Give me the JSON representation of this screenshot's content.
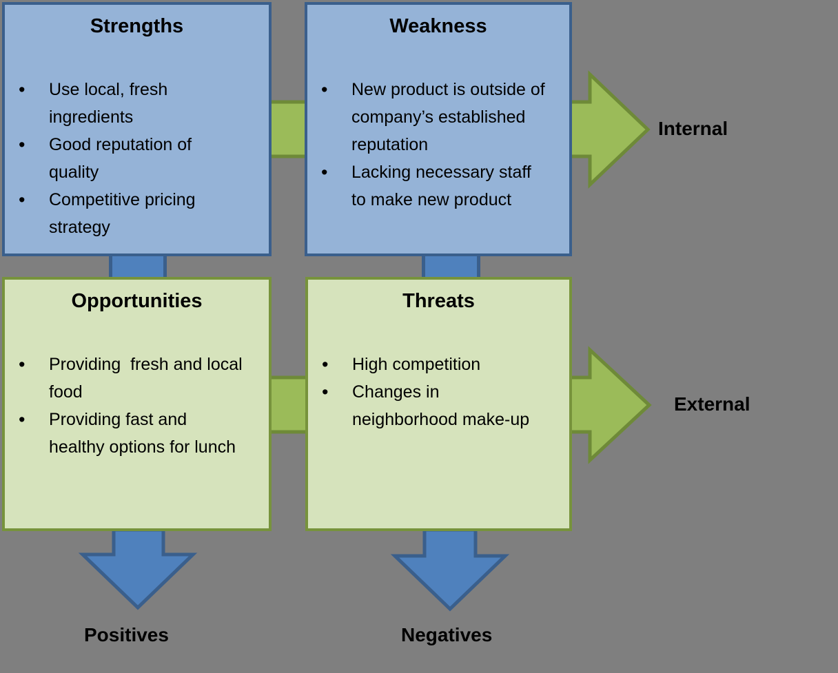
{
  "diagram": {
    "type": "SWOT analysis quadrant diagram",
    "background_color": "#7F7F7F"
  },
  "palette": {
    "blue_box_fill": "#95B3D7",
    "blue_box_border": "#3A5F8C",
    "green_box_fill": "#D6E3BC",
    "green_box_border": "#77933C",
    "green_arrow_fill": "#9BBB59",
    "green_arrow_border": "#6E8A38",
    "blue_arrow_fill": "#4F81BD",
    "blue_arrow_border": "#3A5F8C",
    "text_color": "#000000"
  },
  "boxes": {
    "strengths": {
      "title": "Strengths",
      "bullets": [
        "Use local, fresh\ningredients",
        "Good reputation of\nquality",
        "Competitive pricing\nstrategy"
      ]
    },
    "weakness": {
      "title": "Weakness",
      "bullets": [
        "New product is outside of\ncompany’s established\nreputation",
        "Lacking necessary staff\nto make new product"
      ]
    },
    "opportunities": {
      "title": "Opportunities",
      "bullets": [
        "Providing  fresh and local\nfood",
        "Providing fast and\nhealthy options for lunch"
      ]
    },
    "threats": {
      "title": "Threats",
      "bullets": [
        "High competition",
        "Changes in\nneighborhood make-up"
      ]
    }
  },
  "labels": {
    "internal": "Internal",
    "external": "External",
    "positives": "Positives",
    "negatives": "Negatives"
  }
}
